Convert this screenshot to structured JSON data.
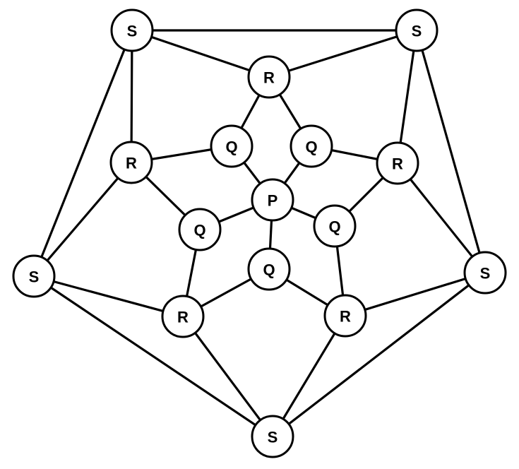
{
  "colors": {
    "stroke": "#000000",
    "fill": "#ffffff"
  },
  "nodes": [
    {
      "id": "P",
      "label": "P"
    },
    {
      "id": "Q1",
      "label": "Q"
    },
    {
      "id": "Q2",
      "label": "Q"
    },
    {
      "id": "Q3",
      "label": "Q"
    },
    {
      "id": "Q4",
      "label": "Q"
    },
    {
      "id": "Q5",
      "label": "Q"
    },
    {
      "id": "R1",
      "label": "R"
    },
    {
      "id": "R2",
      "label": "R"
    },
    {
      "id": "R3",
      "label": "R"
    },
    {
      "id": "R4",
      "label": "R"
    },
    {
      "id": "R5",
      "label": "R"
    },
    {
      "id": "S1",
      "label": "S"
    },
    {
      "id": "S2",
      "label": "S"
    },
    {
      "id": "S3",
      "label": "S"
    },
    {
      "id": "S4",
      "label": "S"
    },
    {
      "id": "S5",
      "label": "S"
    }
  ],
  "edges": [
    [
      "P",
      "Q1"
    ],
    [
      "P",
      "Q2"
    ],
    [
      "P",
      "Q3"
    ],
    [
      "P",
      "Q4"
    ],
    [
      "P",
      "Q5"
    ],
    [
      "Q1",
      "R1"
    ],
    [
      "Q2",
      "R1"
    ],
    [
      "Q2",
      "R2"
    ],
    [
      "Q3",
      "R2"
    ],
    [
      "Q3",
      "R3"
    ],
    [
      "Q4",
      "R3"
    ],
    [
      "Q4",
      "R4"
    ],
    [
      "Q5",
      "R4"
    ],
    [
      "Q5",
      "R5"
    ],
    [
      "Q1",
      "R5"
    ],
    [
      "R1",
      "S1"
    ],
    [
      "R1",
      "S2"
    ],
    [
      "R2",
      "S2"
    ],
    [
      "R2",
      "S3"
    ],
    [
      "R3",
      "S3"
    ],
    [
      "R3",
      "S4"
    ],
    [
      "R4",
      "S4"
    ],
    [
      "R4",
      "S5"
    ],
    [
      "R5",
      "S5"
    ],
    [
      "R5",
      "S1"
    ],
    [
      "S1",
      "S2"
    ],
    [
      "S2",
      "S3"
    ],
    [
      "S3",
      "S4"
    ],
    [
      "S4",
      "S5"
    ],
    [
      "S5",
      "S1"
    ]
  ]
}
